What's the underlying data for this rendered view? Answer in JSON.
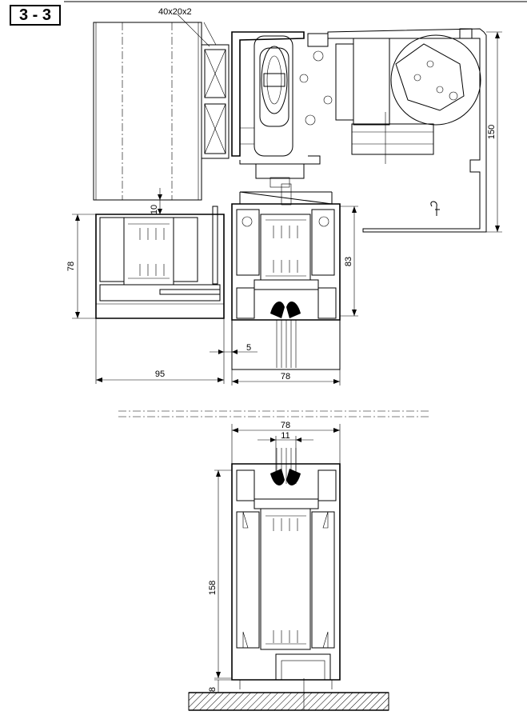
{
  "section_label": "3 - 3",
  "dimensions": {
    "post": "40x20x2",
    "gap_top": "10",
    "frame_height": "78",
    "sash_height": "83",
    "track_height": "150",
    "gap_5": "5",
    "width_95": "95",
    "width_78": "78",
    "bottom_width_78": "78",
    "bottom_gap_11": "11",
    "bottom_height_158": "158",
    "bottom_gap_8": "8"
  }
}
